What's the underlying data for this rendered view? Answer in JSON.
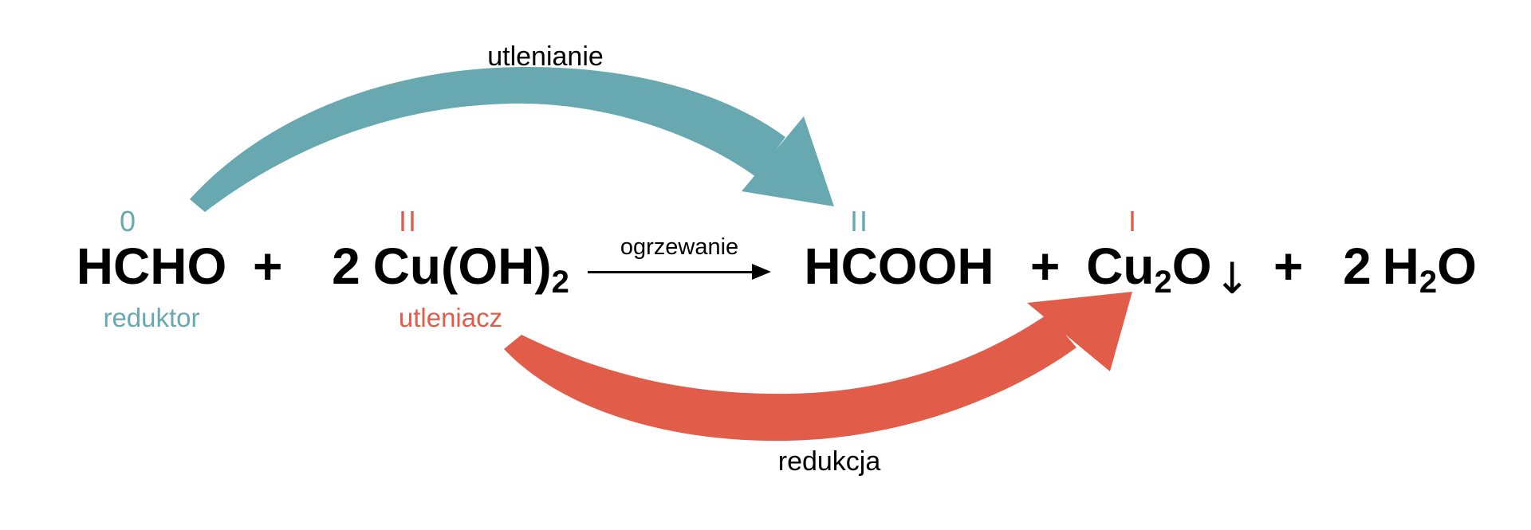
{
  "colors": {
    "teal": "#68a8b0",
    "red": "#e25c4a",
    "text": "#000000"
  },
  "arrows": {
    "oxidation": {
      "label": "utlenianie",
      "color": "#68a8b0"
    },
    "reduction": {
      "label": "redukcja",
      "color": "#e25c4a"
    }
  },
  "reaction": {
    "condition": "ogrzewanie",
    "plus": "+",
    "reactants": [
      {
        "oxidation_state": "0",
        "formula": "HCHO",
        "role": "reduktor"
      },
      {
        "coefficient": "2",
        "oxidation_state": "II",
        "formula_main": "Cu(OH)",
        "formula_sub": "2",
        "role": "utleniacz"
      }
    ],
    "products": [
      {
        "oxidation_state": "II",
        "formula": "HCOOH"
      },
      {
        "oxidation_state": "I",
        "formula_pre": "Cu",
        "formula_sub": "2",
        "formula_post": "O",
        "precipitate": "↓"
      },
      {
        "coefficient": "2",
        "formula_pre": "H",
        "formula_sub": "2",
        "formula_post": "O"
      }
    ]
  }
}
